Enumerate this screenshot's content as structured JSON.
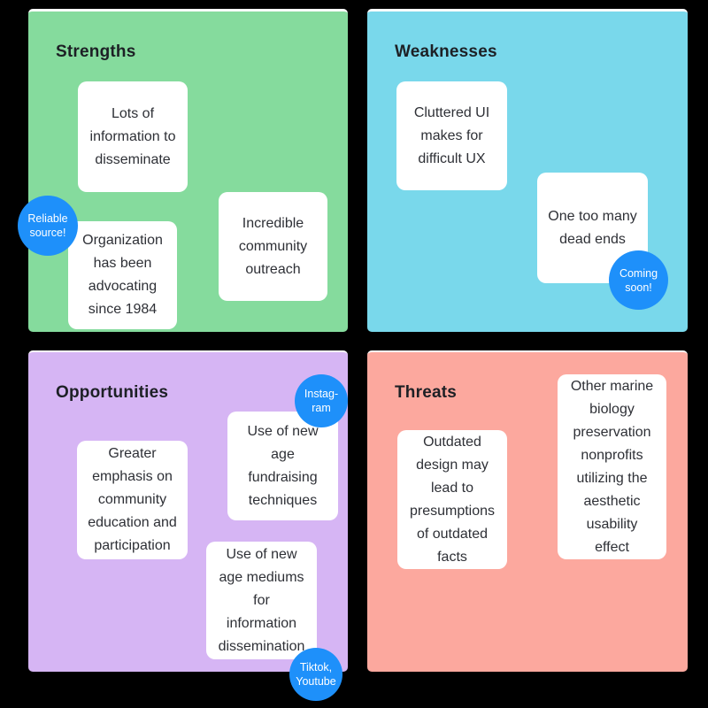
{
  "page": {
    "background_color": "#000000",
    "note_color": "#ffffff",
    "badge_color": "#1e90fa",
    "badge_text_color": "#ffffff",
    "title_text_color": "#1d2025",
    "note_text_color": "#2e3036"
  },
  "quadrants": [
    {
      "title": "Strengths",
      "color": "#85db9d",
      "notes": [
        {
          "text": "Lots of\ninformation to\ndisseminate"
        },
        {
          "text": "Organization\nhas been\nadvocating\nsince 1984"
        },
        {
          "text": "Incredible\ncommunity\noutreach"
        }
      ],
      "badges": [
        {
          "text": "Reliable\nsource!"
        }
      ]
    },
    {
      "title": "Weaknesses",
      "color": "#79d8eb",
      "notes": [
        {
          "text": "Cluttered UI\nmakes for\ndifficult UX"
        },
        {
          "text": "One too many\ndead ends"
        }
      ],
      "badges": [
        {
          "text": "Coming\nsoon!"
        }
      ]
    },
    {
      "title": "Opportunities",
      "color": "#d6b5f4",
      "notes": [
        {
          "text": "Use of new\nage\nfundraising\ntechniques"
        },
        {
          "text": "Greater\nemphasis on\ncommunity\neducation and\nparticipation"
        },
        {
          "text": "Use of new\nage mediums\nfor\ninformation\ndissemination"
        }
      ],
      "badges": [
        {
          "text": "Instag-\nram"
        },
        {
          "text": "Tiktok,\nYoutube"
        }
      ]
    },
    {
      "title": "Threats",
      "color": "#fca89e",
      "notes": [
        {
          "text": "Outdated\ndesign may\nlead to\npresumptions\nof outdated\nfacts"
        },
        {
          "text": "Other marine\nbiology\npreservation\nnonprofits\nutilizing the\naesthetic\nusability\neffect"
        }
      ],
      "badges": []
    }
  ]
}
